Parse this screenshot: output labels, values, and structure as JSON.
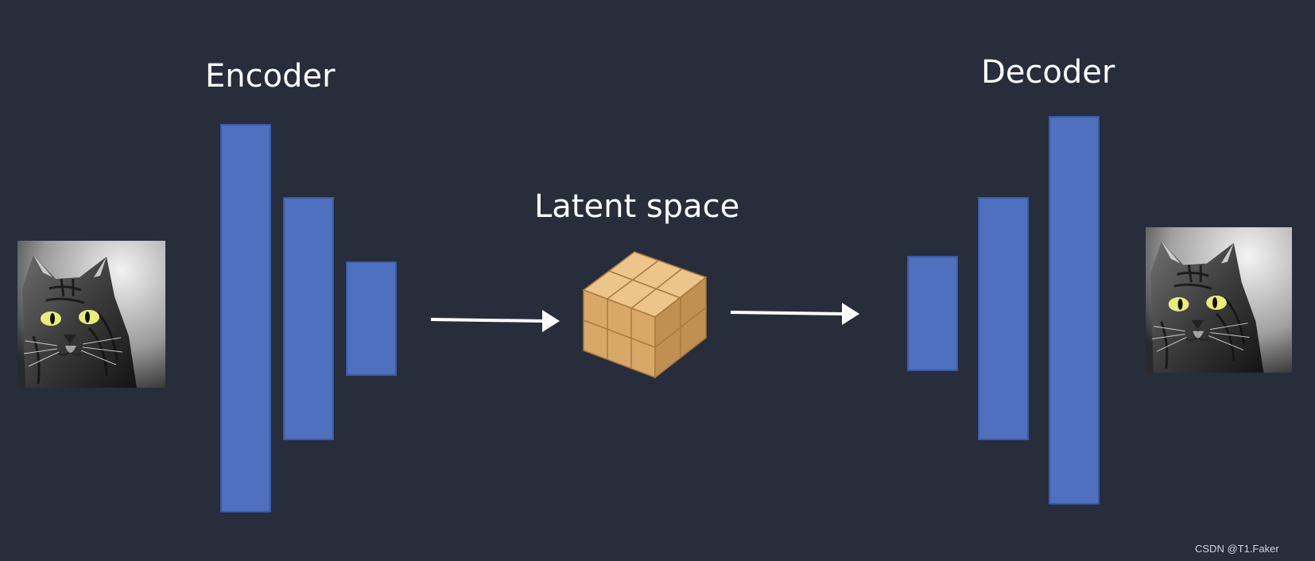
{
  "labels": {
    "encoder": "Encoder",
    "latent": "Latent space",
    "decoder": "Decoder"
  },
  "watermark": "CSDN @T1.Faker",
  "colors": {
    "background": "#282d3c",
    "layer": "#4f6fbf",
    "cube_top": "#edc48a",
    "cube_front": "#d9a868",
    "cube_side": "#c08f52",
    "arrow": "#ffffff"
  },
  "encoder_layers": 3,
  "decoder_layers": 3,
  "icons": {
    "input_image": "cat-photo-icon",
    "output_image": "cat-photo-icon",
    "latent": "cube-grid-icon",
    "arrow": "arrow-right-icon"
  }
}
